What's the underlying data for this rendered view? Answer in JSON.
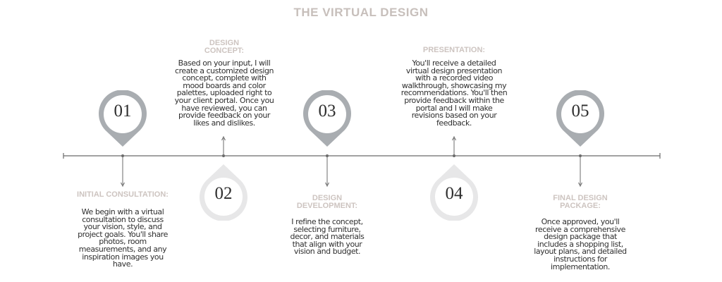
{
  "title": "THE VIRTUAL DESIGN",
  "colors": {
    "axis": "#6b6b6b",
    "pin_dark": "#a9adb1",
    "pin_light": "#e7e7e8",
    "heading": "#cdc4c0",
    "body_text": "#2f2f2f"
  },
  "steps": [
    {
      "number": "01",
      "heading": "INITIAL CONSULTATION:",
      "text": "We begin with a virtual consultation to discuss your vision, style, and project goals. You'll share photos, room measurements, and any inspiration images you have."
    },
    {
      "number": "02",
      "heading": "DESIGN CONCEPT:",
      "text": "Based on your input, I will create a customized design concept, complete with mood boards and color palettes, uploaded right to your client portal. Once you have reviewed, you can provide feedback on your likes and dislikes."
    },
    {
      "number": "03",
      "heading": "DESIGN DEVELOPMENT:",
      "text": "I refine the concept, selecting furniture, decor, and materials that align with your vision and budget."
    },
    {
      "number": "04",
      "heading": "PRESENTATION:",
      "text": "You'll receive a detailed virtual design presentation with a recorded video walkthrough, showcasing my recommendations. You'll then provide feedback within the portal and I will make revisions based on your feedback."
    },
    {
      "number": "05",
      "heading": "FINAL DESIGN PACKAGE:",
      "text": "Once approved, you'll receive a comprehensive design package that includes a shopping list, layout plans, and detailed instructions for implementation."
    }
  ]
}
